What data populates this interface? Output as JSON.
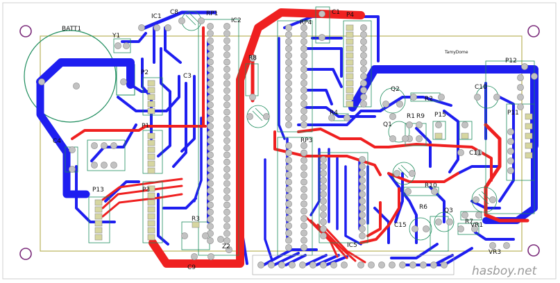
{
  "board": {
    "colors": {
      "top_copper": "#ef2020",
      "bottom_copper": "#1e1ef0",
      "silkscreen": "#1c8c5c",
      "pad": "#c2c2c2",
      "board_outline": "#b9b25a",
      "mount_hole": "#7a2a7a"
    },
    "labels": {
      "batt1": "BATT1",
      "y1": "Y1",
      "ic1": "IC1",
      "c8": "C8",
      "rp1": "RP1",
      "ic2_top": "IC2",
      "rp4": "RP4",
      "c1": "C1",
      "p4": "P4",
      "p2": "P2",
      "c3": "C3",
      "r8": "R8",
      "q2": "Q2",
      "r2": "R2",
      "p12": "P12",
      "c10": "C10",
      "r1": "R1",
      "r9": "R9",
      "p15": "P15",
      "r4": "R4",
      "q1": "Q1",
      "p11": "P11",
      "c4": "C4",
      "p1": "P1",
      "rp3": "RP3",
      "c11": "C11",
      "r10": "R10",
      "p13": "P13",
      "p3": "P3",
      "r6": "R6",
      "q3": "Q3",
      "r7": "R7",
      "vr1": "VR1",
      "r3": "R3",
      "c15": "C15",
      "ic5": "IC5",
      "c9": "C9",
      "z2": "Z2",
      "vr3": "VR3",
      "mini_text": "TamyDome"
    },
    "watermark": "hasboy.net"
  }
}
